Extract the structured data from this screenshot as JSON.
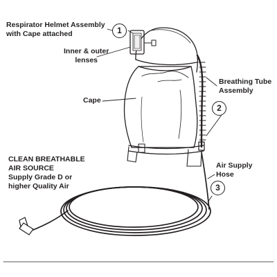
{
  "labels": {
    "helmet": [
      "Respirator Helmet Assembly",
      "with Cape attached"
    ],
    "lenses": [
      "Inner & outer",
      "lenses"
    ],
    "cape": [
      "Cape"
    ],
    "tube": [
      "Breathing Tube",
      "Assembly"
    ],
    "hose": [
      "Air Supply",
      "Hose"
    ],
    "air_source": [
      "CLEAN BREATHABLE",
      "AIR SOURCE",
      "Supply Grade D or",
      "higher Quality Air"
    ]
  },
  "callouts": {
    "helmet": "1",
    "tube": "2",
    "hose": "3"
  }
}
